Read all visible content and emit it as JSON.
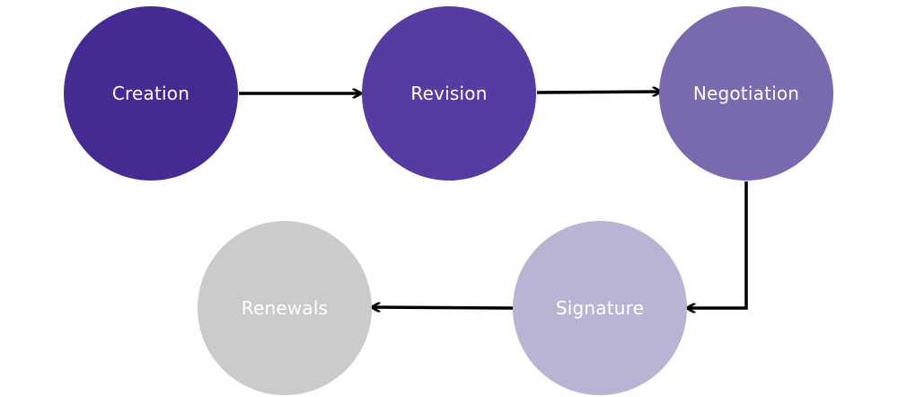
{
  "diagram": {
    "nodes": [
      {
        "id": "creation",
        "label": "Creation",
        "color": "#452a91"
      },
      {
        "id": "revision",
        "label": "Revision",
        "color": "#563ca0"
      },
      {
        "id": "negotiation",
        "label": "Negotiation",
        "color": "#7a69ae"
      },
      {
        "id": "signature",
        "label": "Signature",
        "color": "#b9b4d3"
      },
      {
        "id": "renewals",
        "label": "Renewals",
        "color": "#cbcbcb"
      }
    ],
    "edges": [
      {
        "from": "creation",
        "to": "revision"
      },
      {
        "from": "revision",
        "to": "negotiation"
      },
      {
        "from": "negotiation",
        "to": "signature"
      },
      {
        "from": "signature",
        "to": "renewals"
      }
    ],
    "arrow_color": "#000000"
  }
}
